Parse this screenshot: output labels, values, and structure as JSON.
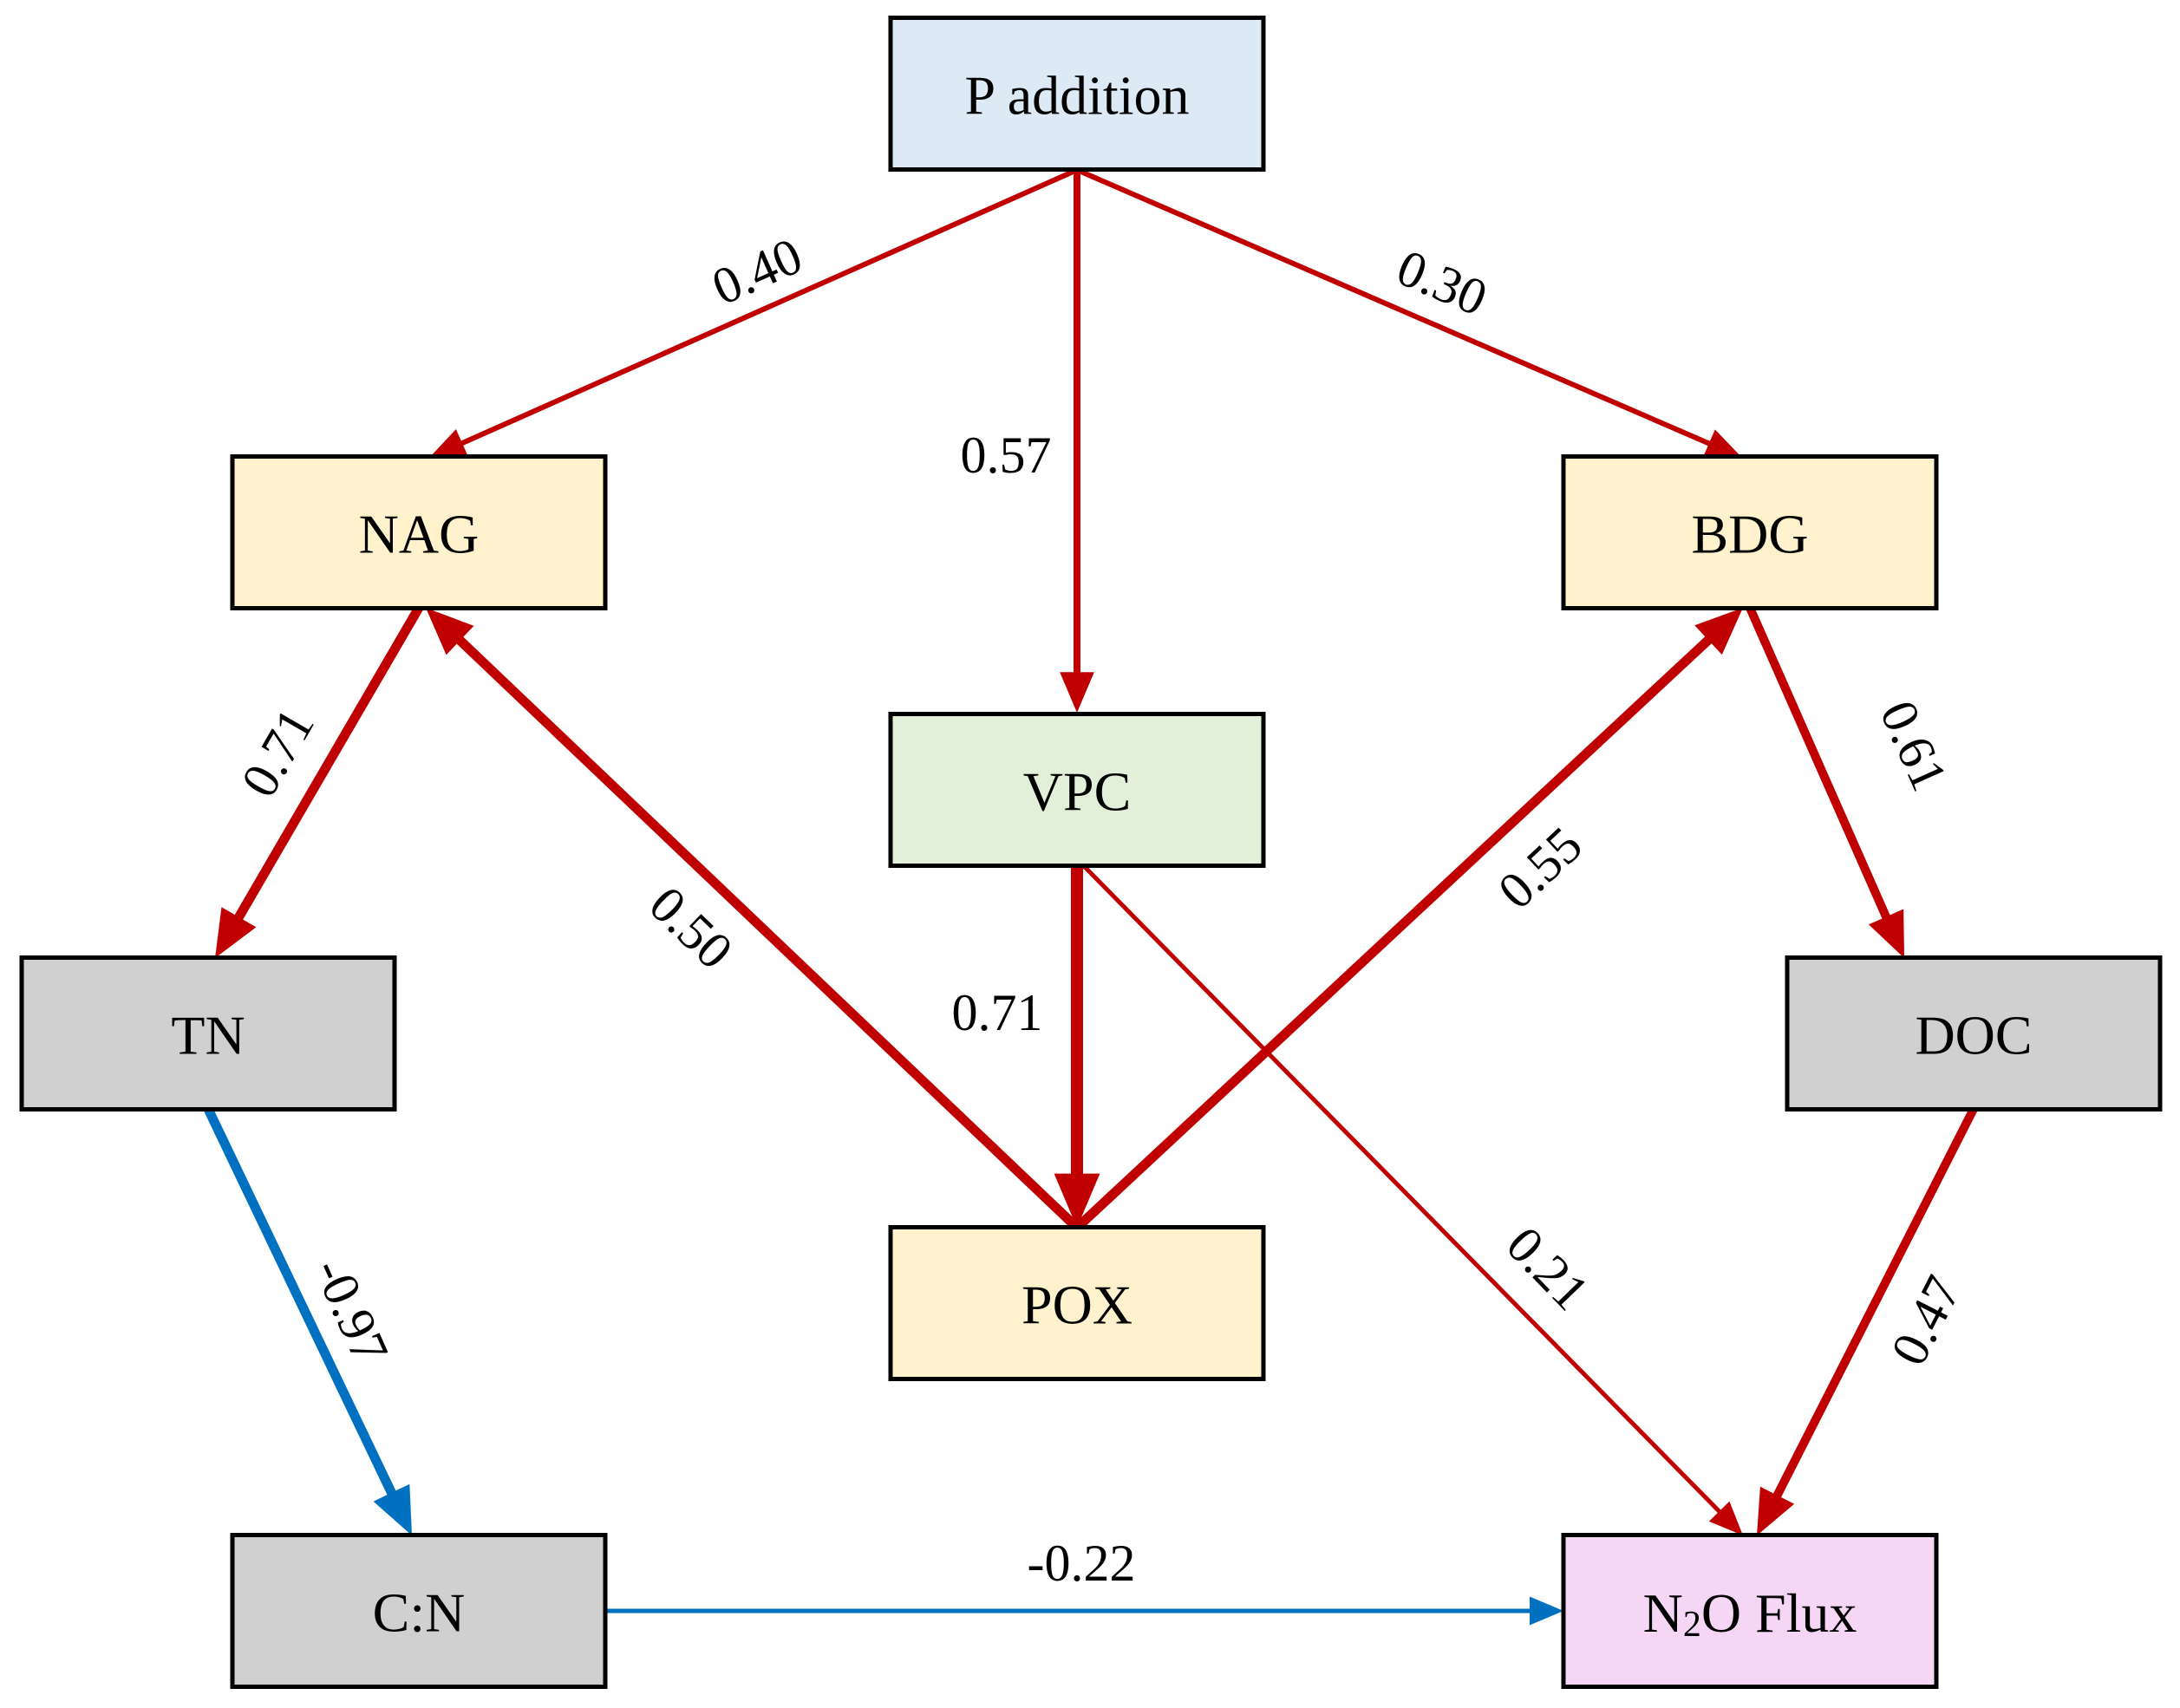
{
  "nodes": [
    {
      "id": "p_addition",
      "label": "P addition",
      "fill": "#dde9f5"
    },
    {
      "id": "nag",
      "label": "NAG",
      "fill": "#fff2cc"
    },
    {
      "id": "bdg",
      "label": "BDG",
      "fill": "#fff2cc"
    },
    {
      "id": "vpc",
      "label": "VPC",
      "fill": "#e2efd9"
    },
    {
      "id": "tn",
      "label": "TN",
      "fill": "#d0d0d0"
    },
    {
      "id": "doc",
      "label": "DOC",
      "fill": "#d0d0d0"
    },
    {
      "id": "pox",
      "label": "POX",
      "fill": "#fff2cc"
    },
    {
      "id": "cn",
      "label": "C:N",
      "fill": "#d0d0d0"
    },
    {
      "id": "n2o",
      "label": "N2O Flux",
      "label_main": "N",
      "label_sub": "2",
      "label_rest": "O Flux",
      "fill": "#f5d7f5"
    }
  ],
  "edges": [
    {
      "from": "p_addition",
      "to": "nag",
      "value": "0.40",
      "color": "#c00000",
      "sign": "positive"
    },
    {
      "from": "p_addition",
      "to": "vpc",
      "value": "0.57",
      "color": "#c00000",
      "sign": "positive"
    },
    {
      "from": "p_addition",
      "to": "bdg",
      "value": "0.30",
      "color": "#c00000",
      "sign": "positive"
    },
    {
      "from": "nag",
      "to": "tn",
      "value": "0.71",
      "color": "#c00000",
      "sign": "positive"
    },
    {
      "from": "pox",
      "to": "nag",
      "value": "0.50",
      "color": "#c00000",
      "sign": "positive"
    },
    {
      "from": "vpc",
      "to": "pox",
      "value": "0.71",
      "color": "#c00000",
      "sign": "positive"
    },
    {
      "from": "pox",
      "to": "bdg",
      "value": "0.55",
      "color": "#c00000",
      "sign": "positive"
    },
    {
      "from": "bdg",
      "to": "doc",
      "value": "0.61",
      "color": "#c00000",
      "sign": "positive"
    },
    {
      "from": "vpc",
      "to": "n2o",
      "value": "0.21",
      "color": "#c00000",
      "sign": "positive"
    },
    {
      "from": "doc",
      "to": "n2o",
      "value": "0.47",
      "color": "#c00000",
      "sign": "positive"
    },
    {
      "from": "tn",
      "to": "cn",
      "value": "-0.97",
      "color": "#0070c0",
      "sign": "negative"
    },
    {
      "from": "cn",
      "to": "n2o",
      "value": "-0.22",
      "color": "#0070c0",
      "sign": "negative"
    }
  ]
}
